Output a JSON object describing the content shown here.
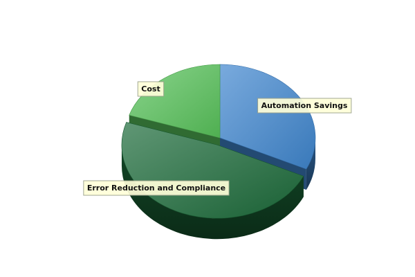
{
  "chart_data": {
    "type": "pie",
    "title": "",
    "legend": "none",
    "slices": [
      {
        "label": "Automation Savings",
        "value": 32,
        "color": "#3f86cf",
        "exploded": false
      },
      {
        "label": "Error Reduction and Compliance",
        "value": 48,
        "color": "#1c6b3a",
        "exploded": true
      },
      {
        "label": "Cost",
        "value": 20,
        "color": "#58c25a",
        "exploded": false
      }
    ]
  }
}
